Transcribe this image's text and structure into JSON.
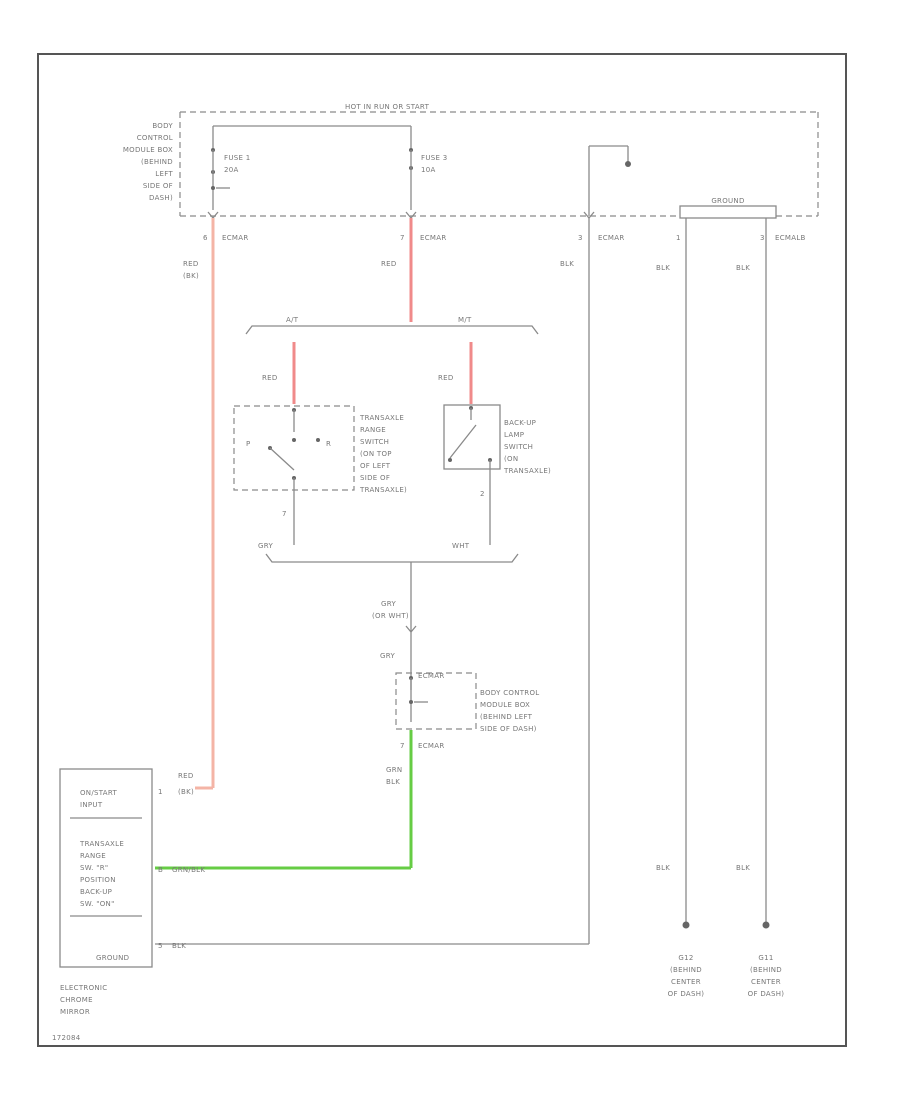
{
  "top_bar": "HOT IN RUN OR START",
  "bcm_top": [
    "BODY",
    "CONTROL",
    "MODULE BOX",
    "(BEHIND",
    "LEFT",
    "SIDE OF",
    "DASH)"
  ],
  "fuse1": [
    "FUSE 1",
    "20A"
  ],
  "fuse2": [
    "FUSE 3",
    "10A"
  ],
  "ground_label": "GROUND",
  "pins_top": {
    "p1": {
      "num": "6",
      "conn": "ECMAR",
      "wire": [
        "RED",
        "(BK)"
      ]
    },
    "p2": {
      "num": "7",
      "conn": "ECMAR",
      "wire": [
        "RED"
      ]
    },
    "p3": {
      "num": "3",
      "conn": "ECMAR",
      "wire": [
        "BLK"
      ]
    },
    "p4": {
      "num": "1",
      "wire": [
        "BLK"
      ]
    },
    "p5": {
      "num": "3",
      "conn": "ECMALB",
      "wire": [
        "BLK"
      ]
    }
  },
  "branch_at": "A/T",
  "branch_mt": "M/T",
  "red_at": "RED",
  "red_mt": "RED",
  "trans_switch_label": [
    "TRANSAXLE",
    "RANGE",
    "SWITCH",
    "(ON TOP",
    "OF LEFT",
    "SIDE OF",
    "TRANSAXLE)"
  ],
  "backup_switch_label": [
    "BACK-UP",
    "LAMP",
    "SWITCH",
    "(ON",
    "TRANSAXLE)"
  ],
  "switch_P": "P",
  "switch_R": "R",
  "pin_trans": "7",
  "pin_backup": "2",
  "wire_gry": "GRY",
  "wire_wht": "WHT",
  "merge_wire": [
    "GRY",
    "(OR WHT)"
  ],
  "gry2": "GRY",
  "bcm_bottom_conn": "ECMAR",
  "bcm_bottom_label": [
    "BODY CONTROL",
    "MODULE BOX",
    "(BEHIND LEFT",
    "SIDE OF DASH)"
  ],
  "bottom_pin": {
    "num": "7",
    "conn": "ECMAR"
  },
  "grn_blk": [
    "GRN",
    "BLK"
  ],
  "mirror_box": {
    "input": [
      "ON/START",
      "INPUT"
    ],
    "trans": [
      "TRANSAXLE",
      "RANGE",
      "SW. \"R\"",
      "POSITION",
      "BACK-UP",
      "SW. \"ON\""
    ],
    "ground": "GROUND"
  },
  "mirror_red": [
    "RED",
    "(BK)"
  ],
  "mirror_red_pin": "1",
  "mirror_trans_pin": "B",
  "mirror_trans_wire": "GRN/BLK",
  "mirror_gnd_pin": "5",
  "mirror_gnd_wire": "BLK",
  "mirror_name": [
    "ELECTRONIC",
    "CHROME",
    "MIRROR"
  ],
  "blk_g1": "BLK",
  "blk_g2": "BLK",
  "g1_label": [
    "G12",
    "(BEHIND",
    "CENTER",
    "OF DASH)"
  ],
  "g2_label": [
    "G11",
    "(BEHIND",
    "CENTER",
    "OF DASH)"
  ],
  "footer": "172084"
}
